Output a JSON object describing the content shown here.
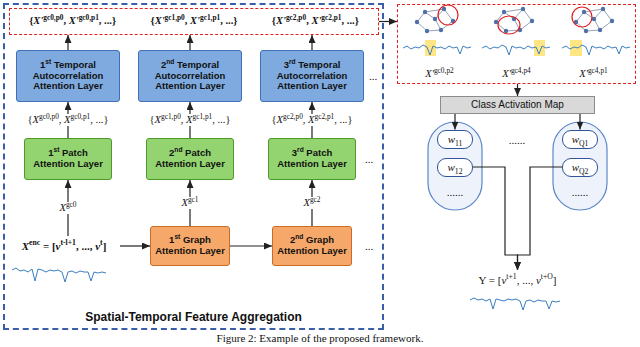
{
  "diagram": {
    "caption": "Figure 2: Example of the proposed framework.",
    "nodes": [
      {
        "text": [
          "Spatial-Temporal Feature Aggregation"
        ]
      },
      {
        "text": [
          "{X'gc0,p0, X'gc0,p1, ...}",
          "{X'gc1,p0, X'gc1,p1, ...}",
          "{X'gc2,p0, X'gc2,p1, ...}"
        ],
        "in": 0
      },
      {
        "text": [
          "1st Temporal Autocorrelation Attention Layer"
        ],
        "in": 0
      },
      {
        "text": [
          "2nd Temporal Autocorrelation Attention Layer"
        ],
        "in": 0
      },
      {
        "text": [
          "3rd Temporal Autocorrelation Attention Layer"
        ],
        "in": 0
      },
      {
        "text": [
          "1st Patch Attention Layer"
        ],
        "in": 0
      },
      {
        "text": [
          "2nd Patch Attention Layer"
        ],
        "in": 0
      },
      {
        "text": [
          "3rd Patch Attention Layer"
        ],
        "in": 0
      },
      {
        "text": [
          "1st Graph Attention Layer"
        ],
        "in": 0
      },
      {
        "text": [
          "2nd Graph Attention Layer"
        ],
        "in": 0
      },
      {
        "text": [
          "Xenc = [vt-l+1, ..., vt]"
        ],
        "in": 0
      },
      {
        "text": [
          "X'gc0,p2",
          "X'gc4,p4",
          "X'gc4,p1"
        ]
      },
      {
        "text": [
          "Class Activation Map"
        ]
      },
      {
        "text": [
          "w11"
        ]
      },
      {
        "text": [
          "w12"
        ]
      },
      {
        "text": [
          "wQ1"
        ]
      },
      {
        "text": [
          "wQ2"
        ]
      },
      {
        "text": [
          "Y = [vt+1, ..., vt+O]"
        ]
      }
    ],
    "edges": [
      {
        "from": 10,
        "to": 5,
        "arrow": "to",
        "label": "Xgc0"
      },
      {
        "from": 10,
        "to": 8,
        "arrow": "to"
      },
      {
        "from": 8,
        "to": 6,
        "arrow": "to",
        "label": "Xgc1"
      },
      {
        "from": 8,
        "to": 9,
        "arrow": "to"
      },
      {
        "from": 9,
        "to": 7,
        "arrow": "to",
        "label": "Xgc2"
      },
      {
        "from": 5,
        "to": 2,
        "arrow": "to",
        "label": "{Xgc0,p0, Xgc0,p1, ...}"
      },
      {
        "from": 6,
        "to": 3,
        "arrow": "to",
        "label": "{Xgc1,p0, Xgc1,p1, ...}"
      },
      {
        "from": 7,
        "to": 4,
        "arrow": "to",
        "label": "{Xgc2,p0, Xgc2,p1, ...}"
      },
      {
        "from": 2,
        "to": 1,
        "arrow": "to"
      },
      {
        "from": 3,
        "to": 1,
        "arrow": "to"
      },
      {
        "from": 4,
        "to": 1,
        "arrow": "to"
      },
      {
        "from": 1,
        "to": 11,
        "arrow": "to"
      },
      {
        "from": 11,
        "to": 12,
        "arrow": "to"
      },
      {
        "from": 12,
        "to": 13,
        "arrow": "to"
      },
      {
        "from": 12,
        "to": 15,
        "arrow": "to"
      },
      {
        "from": 14,
        "to": 17,
        "arrow": "to"
      },
      {
        "from": 16,
        "to": 17,
        "arrow": "to"
      }
    ],
    "labels": [
      "...",
      "...",
      "...",
      "......",
      "......",
      "......"
    ]
  }
}
